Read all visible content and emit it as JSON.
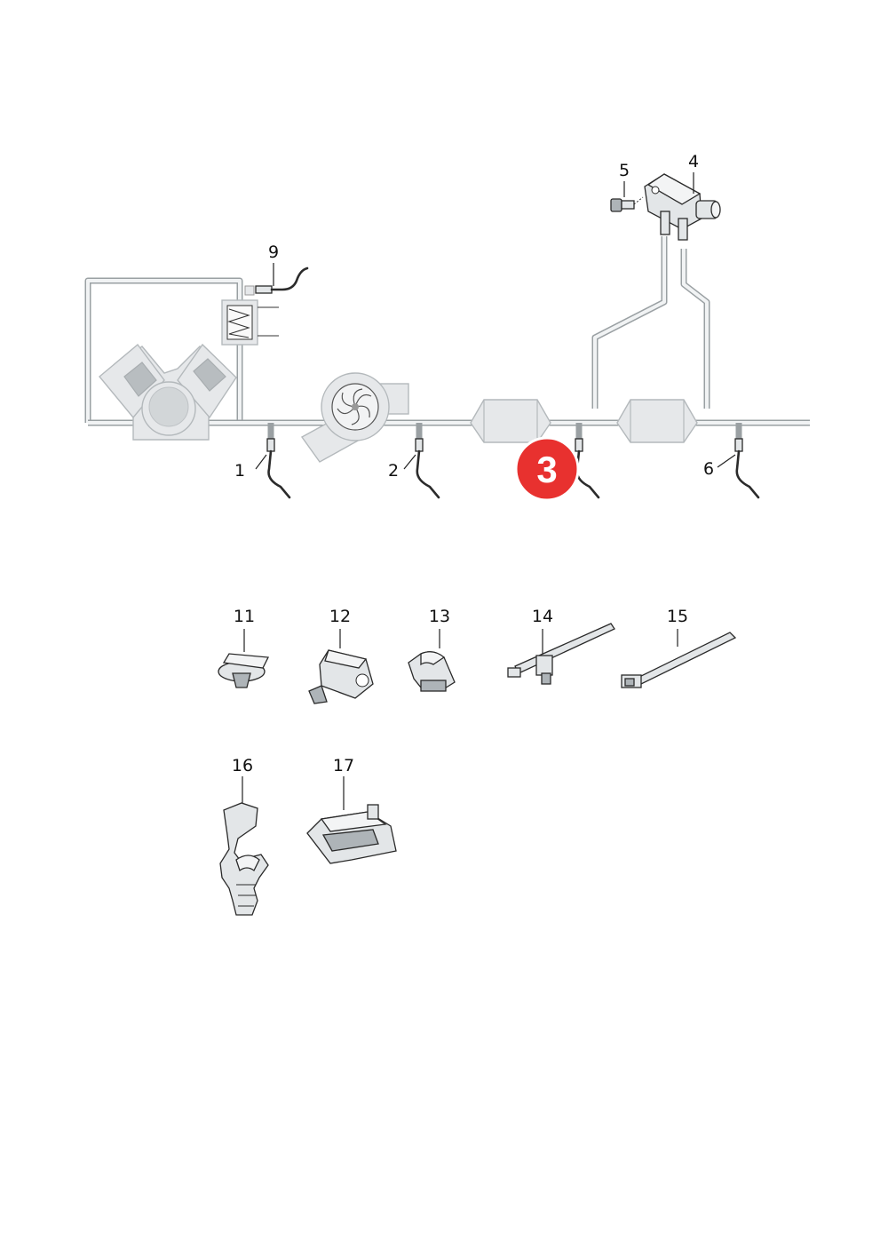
{
  "callouts": [
    {
      "id": "1",
      "label": "1"
    },
    {
      "id": "2",
      "label": "2"
    },
    {
      "id": "4",
      "label": "4"
    },
    {
      "id": "5",
      "label": "5"
    },
    {
      "id": "6",
      "label": "6"
    },
    {
      "id": "9",
      "label": "9"
    },
    {
      "id": "11",
      "label": "11"
    },
    {
      "id": "12",
      "label": "12"
    },
    {
      "id": "13",
      "label": "13"
    },
    {
      "id": "14",
      "label": "14"
    },
    {
      "id": "15",
      "label": "15"
    },
    {
      "id": "16",
      "label": "16"
    },
    {
      "id": "17",
      "label": "17"
    }
  ],
  "highlight": {
    "label": "3",
    "color": "#e8312f"
  },
  "colors": {
    "component_fill": "#e6e8ea",
    "pipe": "#9aa0a3",
    "line": "#2a2a2a"
  }
}
